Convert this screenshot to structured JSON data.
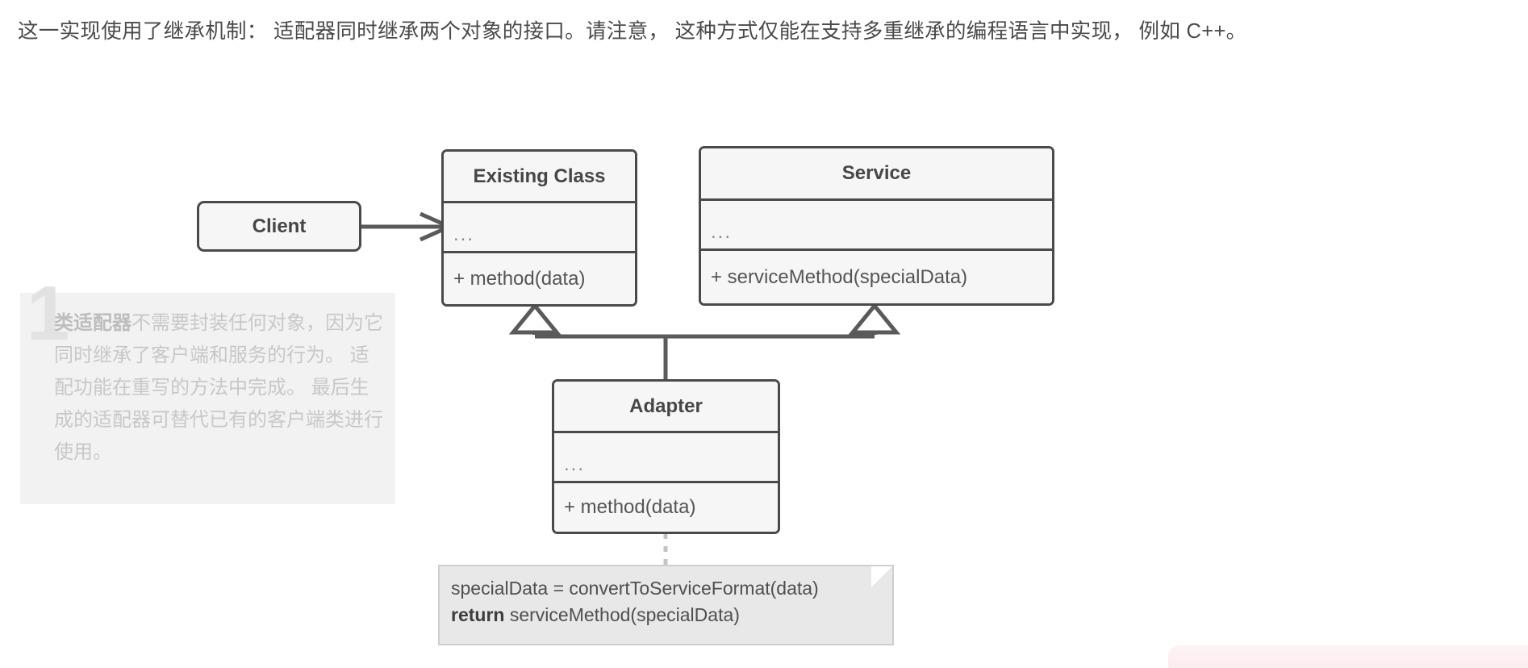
{
  "header": {
    "text": "这一实现使用了继承机制： 适配器同时继承两个对象的接口。请注意， 这种方式仅能在支持多重继承的编程语言中实现， 例如 C++。"
  },
  "caption": {
    "number": "1",
    "text_line1_bold": "类适配器",
    "text_rest": "不需要封装任何对象，因为它同时继承了客户端和服务的行为。 适配功能在重写的方法中完成。 最后生成的适配器可替代已有的客户端类进行使用。"
  },
  "diagram": {
    "type": "uml-class-diagram",
    "classes": [
      {
        "id": "client",
        "name": "Client",
        "compartments": []
      },
      {
        "id": "existing-class",
        "name": "Existing Class",
        "compartments": [
          "...",
          "+ method(data)"
        ]
      },
      {
        "id": "service",
        "name": "Service",
        "compartments": [
          "...",
          "+ serviceMethod(specialData)"
        ]
      },
      {
        "id": "adapter",
        "name": "Adapter",
        "compartments": [
          "...",
          "+ method(data)"
        ]
      }
    ],
    "relations": [
      {
        "from": "client",
        "to": "existing-class",
        "kind": "association",
        "arrow": "open-arrow"
      },
      {
        "from": "adapter",
        "to": "existing-class",
        "kind": "inheritance",
        "arrow": "hollow-triangle"
      },
      {
        "from": "adapter",
        "to": "service",
        "kind": "inheritance",
        "arrow": "hollow-triangle"
      },
      {
        "from": "adapter",
        "to": "note",
        "kind": "note-link",
        "arrow": "dashed"
      }
    ],
    "note": {
      "id": "note",
      "line1": "specialData = convertToServiceFormat(data)",
      "line2_bold": "return",
      "line2_rest": " serviceMethod(specialData)"
    }
  },
  "colors": {
    "box_border": "#4a4a4a",
    "box_fill": "#f6f6f6",
    "text": "#4a4a4a",
    "muted_text": "#c8c8c8",
    "caption_panel": "#f2f2f2",
    "note_fill": "#e8e8e8",
    "note_border": "#cfcfcf",
    "pink_panel": "#fbe9ec"
  }
}
